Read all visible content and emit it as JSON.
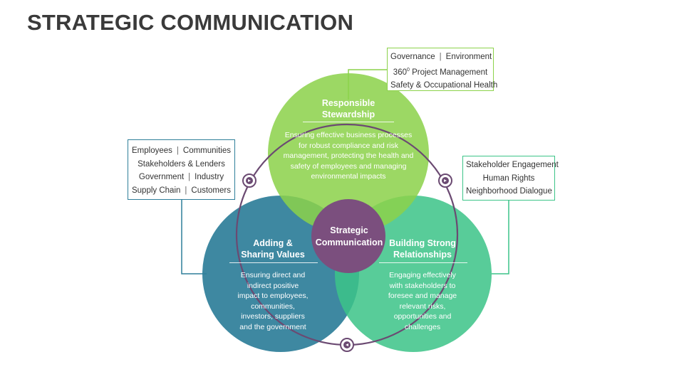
{
  "title": "STRATEGIC COMMUNICATION",
  "colors": {
    "green": "#8cd24a",
    "blue": "#2f7f9a",
    "teal": "#3cc488",
    "purple": "#7b4f7e",
    "ring": "#6b4a72"
  },
  "center": {
    "line1": "Strategic",
    "line2": "Communication"
  },
  "circles": {
    "top": {
      "title1": "Responsible",
      "title2": "Stewardship",
      "body": [
        "Ensuring effective business processes",
        "for robust compliance and risk",
        "management, protecting the health and",
        "safety of employees and managing",
        "environmental impacts"
      ]
    },
    "left": {
      "title1": "Adding &",
      "title2": "Sharing Values",
      "body": [
        "Ensuring direct and",
        "indirect positive",
        "impact to employees,",
        "communities,",
        "investors, suppliers",
        "and the government"
      ]
    },
    "right": {
      "title1": "Building Strong",
      "title2": "Relationships",
      "body": [
        "Engaging effectively",
        "with stakeholders to",
        "foresee and manage",
        "relevant risks,",
        "opportunities and",
        "challenges"
      ]
    }
  },
  "boxes": {
    "top": {
      "r1a": "Governance",
      "r1b": "Environment",
      "r2": "360",
      "r2sup": "0",
      "r2b": " Project Management",
      "r3": "Safety & Occupational Health"
    },
    "left": {
      "r1a": "Employees",
      "r1b": "Communities",
      "r2": "Stakeholders & Lenders",
      "r3a": "Government",
      "r3b": "Industry",
      "r4a": "Supply Chain",
      "r4b": "Customers"
    },
    "right": {
      "r1": "Stakeholder Engagement",
      "r2": "Human Rights",
      "r3": "Neighborhood Dialogue"
    }
  },
  "icons": [
    "cycle-arrow-icon",
    "cycle-arrow-icon",
    "cycle-arrow-icon"
  ]
}
